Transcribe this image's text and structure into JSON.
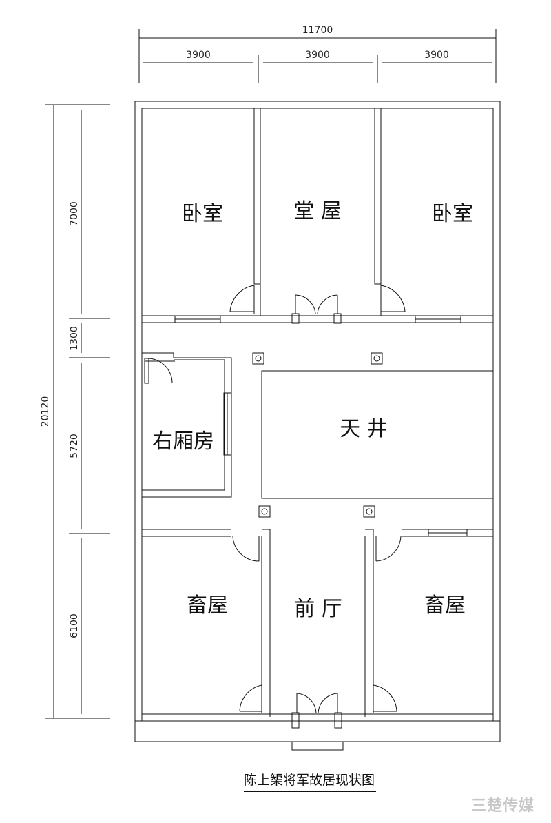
{
  "dimensions": {
    "total_width": "11700",
    "bay_widths": [
      "3900",
      "3900",
      "3900"
    ],
    "total_depth": "20120",
    "row_depths": [
      "7000",
      "1300",
      "5720",
      "6100"
    ]
  },
  "rooms": {
    "bedroom_left": "卧室",
    "main_hall": "堂 屋",
    "bedroom_right": "卧室",
    "right_wing_room": "右厢房",
    "courtyard": "天 井",
    "livestock_left": "畜屋",
    "front_hall": "前 厅",
    "livestock_right": "畜屋"
  },
  "caption": "陈上榘将军故居现状图",
  "watermark": "三楚传媒",
  "colors": {
    "line": "#111111",
    "background": "#ffffff"
  }
}
